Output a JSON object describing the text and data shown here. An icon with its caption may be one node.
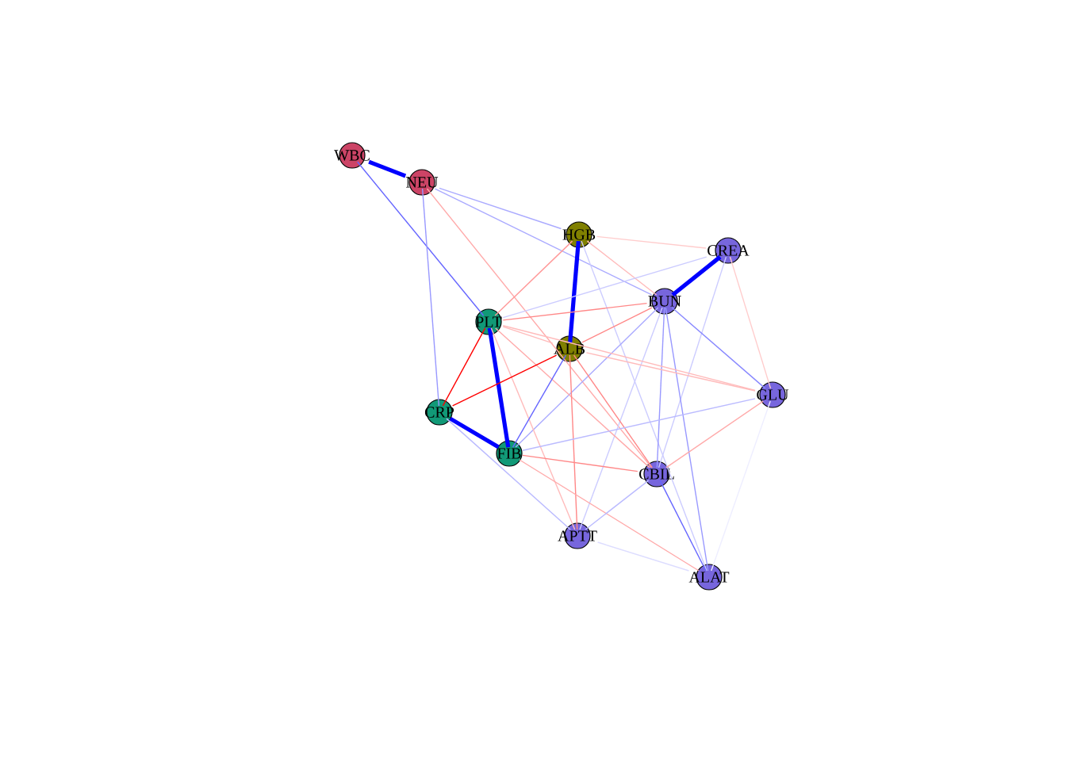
{
  "diagram": {
    "nodes": [
      {
        "text": [
          "WBC"
        ]
      },
      {
        "text": [
          "NEU"
        ]
      },
      {
        "text": [
          "HGB"
        ]
      },
      {
        "text": [
          "CREA"
        ]
      },
      {
        "text": [
          "BUN"
        ]
      },
      {
        "text": [
          "PLT"
        ]
      },
      {
        "text": [
          "ALB"
        ]
      },
      {
        "text": [
          "GLU"
        ]
      },
      {
        "text": [
          "CRP"
        ]
      },
      {
        "text": [
          "FIB"
        ]
      },
      {
        "text": [
          "CBIL"
        ]
      },
      {
        "text": [
          "APTT"
        ]
      },
      {
        "text": [
          "ALAT"
        ]
      }
    ],
    "edges": [
      {
        "from": 0,
        "to": 1,
        "arrow": "none",
        "style": "thick",
        "color": "#0000ff"
      },
      {
        "from": 0,
        "to": 5,
        "arrow": "none",
        "color": "#6666ff"
      },
      {
        "from": 1,
        "to": 8,
        "arrow": "none",
        "color": "#9999ff"
      },
      {
        "from": 1,
        "to": 2,
        "arrow": "none",
        "color": "#aaaaff"
      },
      {
        "from": 1,
        "to": 4,
        "arrow": "none",
        "color": "#aaaaff"
      },
      {
        "from": 1,
        "to": 10,
        "arrow": "none",
        "color": "#ffaaaa"
      },
      {
        "from": 2,
        "to": 6,
        "arrow": "none",
        "style": "thick",
        "color": "#0000ff"
      },
      {
        "from": 2,
        "to": 3,
        "arrow": "none",
        "color": "#ffcccc"
      },
      {
        "from": 2,
        "to": 5,
        "arrow": "none",
        "color": "#ff9999"
      },
      {
        "from": 2,
        "to": 12,
        "arrow": "none",
        "color": "#ccccff"
      },
      {
        "from": 2,
        "to": 4,
        "arrow": "none",
        "color": "#ffbbbb"
      },
      {
        "from": 3,
        "to": 4,
        "arrow": "none",
        "style": "thick",
        "color": "#0000ff"
      },
      {
        "from": 3,
        "to": 5,
        "arrow": "none",
        "color": "#ccccff"
      },
      {
        "from": 3,
        "to": 7,
        "arrow": "none",
        "color": "#ffcccc"
      },
      {
        "from": 3,
        "to": 10,
        "arrow": "none",
        "color": "#ccccff"
      },
      {
        "from": 4,
        "to": 5,
        "arrow": "none",
        "color": "#ff8888"
      },
      {
        "from": 4,
        "to": 6,
        "arrow": "none",
        "color": "#ff8888"
      },
      {
        "from": 4,
        "to": 9,
        "arrow": "none",
        "color": "#aaaaff"
      },
      {
        "from": 4,
        "to": 12,
        "arrow": "none",
        "color": "#9999ff"
      },
      {
        "from": 4,
        "to": 10,
        "arrow": "none",
        "color": "#9999ff"
      },
      {
        "from": 4,
        "to": 7,
        "arrow": "none",
        "color": "#8888ff"
      },
      {
        "from": 4,
        "to": 11,
        "arrow": "none",
        "color": "#ccccff"
      },
      {
        "from": 5,
        "to": 6,
        "arrow": "none",
        "color": "#ffbbbb"
      },
      {
        "from": 5,
        "to": 8,
        "arrow": "none",
        "color": "#ff0000"
      },
      {
        "from": 5,
        "to": 9,
        "arrow": "none",
        "style": "thick",
        "color": "#0000ff"
      },
      {
        "from": 5,
        "to": 7,
        "arrow": "none",
        "color": "#ffbbbb"
      },
      {
        "from": 5,
        "to": 11,
        "arrow": "none",
        "color": "#ffbbbb"
      },
      {
        "from": 5,
        "to": 10,
        "arrow": "none",
        "color": "#ffaaaa"
      },
      {
        "from": 6,
        "to": 8,
        "arrow": "none",
        "color": "#ff0000"
      },
      {
        "from": 6,
        "to": 9,
        "arrow": "none",
        "color": "#6666ff"
      },
      {
        "from": 6,
        "to": 11,
        "arrow": "none",
        "color": "#ff8888"
      },
      {
        "from": 6,
        "to": 10,
        "arrow": "none",
        "color": "#ff8888"
      },
      {
        "from": 6,
        "to": 7,
        "arrow": "none",
        "color": "#ffbbbb"
      },
      {
        "from": 8,
        "to": 9,
        "arrow": "none",
        "style": "thick",
        "color": "#0000ff"
      },
      {
        "from": 8,
        "to": 11,
        "arrow": "none",
        "color": "#bbbbff"
      },
      {
        "from": 9,
        "to": 10,
        "arrow": "none",
        "color": "#ff8888"
      },
      {
        "from": 9,
        "to": 7,
        "arrow": "none",
        "color": "#bbbbff"
      },
      {
        "from": 9,
        "to": 12,
        "arrow": "none",
        "color": "#ffaaaa"
      },
      {
        "from": 10,
        "to": 12,
        "arrow": "none",
        "color": "#6666ff"
      },
      {
        "from": 10,
        "to": 11,
        "arrow": "none",
        "color": "#bbbbff"
      },
      {
        "from": 11,
        "to": 12,
        "arrow": "none",
        "color": "#ddddff"
      },
      {
        "from": 7,
        "to": 12,
        "arrow": "none",
        "color": "#eeeeff"
      },
      {
        "from": 7,
        "to": 10,
        "arrow": "none",
        "color": "#ffaaaa"
      }
    ]
  }
}
